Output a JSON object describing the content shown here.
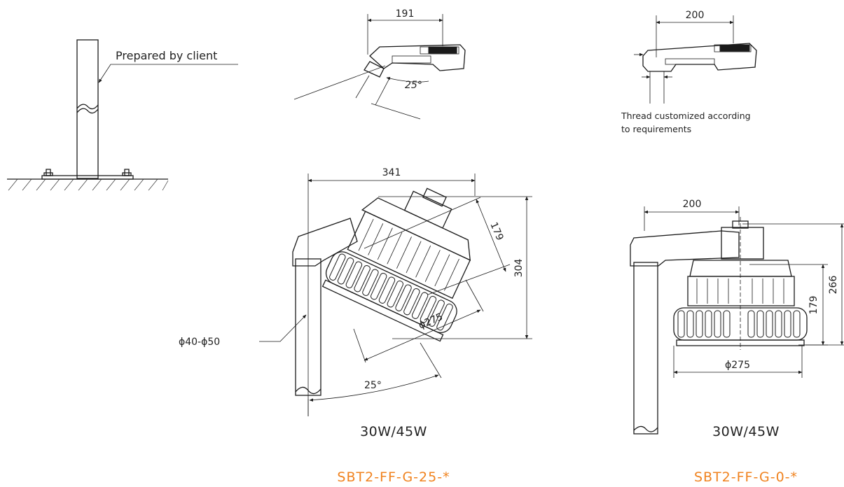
{
  "labels": {
    "prepared_by_client": "Prepared by client",
    "thread_note_line1": "Thread customized according",
    "thread_note_line2": "to requirements",
    "pole_diameter": "ϕ40-ϕ50"
  },
  "top_tilted": {
    "width": "191",
    "angle": "25°"
  },
  "top_straight": {
    "width": "200"
  },
  "main_tilted": {
    "width": "341",
    "height": "304",
    "body_height": "179",
    "diameter": "ϕ275",
    "angle": "25°",
    "power": "30W/45W",
    "model": "SBT2-FF-G-25-*"
  },
  "main_straight": {
    "width": "200",
    "height": "266",
    "body_height": "179",
    "diameter": "ϕ275",
    "power": "30W/45W",
    "model": "SBT2-FF-G-0-*"
  },
  "colors": {
    "model_text": "#f0821e",
    "line": "#1a1a1a"
  }
}
